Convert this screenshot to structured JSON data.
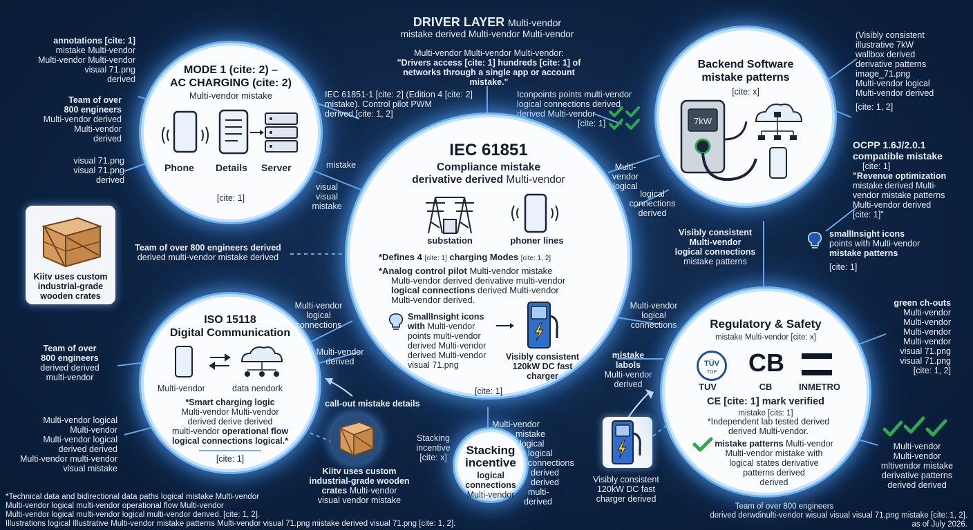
{
  "top": {
    "title": "DRIVER LAYER",
    "title_suffix": "Multi-vendor",
    "line2": "mistake derived Multi-vendor Multi-vendor",
    "q1": "Multi-vendor Multi-vendor Multi-vendor:",
    "q2": "\"Drivers access [cite: 1] hundreds [cite: 1] of",
    "q3": "networks through a single app or account",
    "q4": "mistake.\""
  },
  "left_top_notes": {
    "a1": "annotations [cite: 1]",
    "a2": "mistake Multi-vendor",
    "a3": "Multi-vendor Multi-vendor",
    "a4": "visual 71.png",
    "a5": "derived",
    "team1": "Team of over",
    "team2": "800 engineers",
    "team3": "Multi-vendor derived",
    "team4": "Multi-vendor",
    "team5": "derived",
    "v1": "visual 71.png",
    "v2": "visual 71.png",
    "v3": "derived"
  },
  "mode1": {
    "title1": "MODE 1 (cite: 2) –",
    "title2": "AC CHARGING (cite: 2)",
    "sub": "Multi-vendor mistake",
    "phone": "Phone",
    "details": "Details",
    "server": "Server",
    "cite": "[cite: 1]"
  },
  "iec_note": {
    "l1": "IEC 61851-1 [cite: 2] (Edition 4 [cite: 2]",
    "l2": "mistake). Control pilot PWM",
    "l3": "derived [cite: 1, 2]"
  },
  "icon_note": {
    "l1": "Iconpoints points multi-vendor",
    "l2": "logical connections derived",
    "l3": "derived Multi-vendor",
    "l4": "[cite: 1]"
  },
  "left_mid": {
    "m1": "mistake",
    "m2": "visual",
    "m3": "visual",
    "m4": "mistake",
    "team_line1": "Team of over 800 engineers derived",
    "team_line2": "derived multi-vendor mistake derived"
  },
  "crate_left": {
    "l1": "Kiitv uses custom",
    "l2": "industrial-grade",
    "l3": "wooden crates"
  },
  "center": {
    "title": "IEC 61851",
    "sub1": "Compliance mistake",
    "sub2": "derivative derived",
    "sub2b": "Multi-vendor",
    "substation": "substation",
    "phoner": "phoner lines",
    "b1a": "*Defines 4",
    "b1b": "[cite: 1]",
    "b1c": "charging Modes",
    "b1d": "[cite: 1, 2]",
    "b2a": "*Analog control pilot",
    "b2b": "Multi-vendor mistake",
    "b2c": "Multi-vendor derived derivative multi-vendor",
    "b2d": "logical connections",
    "b2e": "derived Multi-vendor",
    "b2f": "Multi-vendor derived.",
    "si1": "SmallInsight icons",
    "si2": "with",
    "si2b": "Multi-vendor",
    "si3": "points multi-vendor",
    "si4": "derived Multi-vendor",
    "si5": "derived Multi-vendor",
    "si6": "visual 71.png",
    "dc1": "Visibly consistent",
    "dc2": "120kW DC fast",
    "dc3": "charger",
    "cite": "[cite: 1]"
  },
  "backend": {
    "title1": "Backend Software",
    "title2": "mistake patterns",
    "cite": "[cite: x]",
    "kw": "7kW"
  },
  "right_top_notes": {
    "r1": "(Visibly consistent",
    "r2": "illustrative 7kW",
    "r3": "wallbox derived",
    "r4": "derivative patterns",
    "r5": "image_71.png",
    "r6": "Multi-vendor logical",
    "r7": "Multi-vendor derived",
    "r8": "[cite: 1, 2]",
    "o1": "OCPP 1.6J/2.0.1",
    "o2": "compatible mistake",
    "o3": "[cite: 1]",
    "o4": "\"Revenue optimization",
    "o5": "mistake derived Multi-",
    "o6": "vendor mistake patterns",
    "o7": "Multi-vendor derived",
    "o8": "[cite: 1]\""
  },
  "right_mid": {
    "mv1": "Multi-vendor",
    "mv2": "logical",
    "lc1": "logical",
    "lc2": "connections",
    "lc3": "derived",
    "vc1": "Visibly consistent",
    "vc2": "Multi-vendor",
    "vc3": "logical connections",
    "vc4": "mistake patterns",
    "si1": "smallInsight icons",
    "si2": "points with Multi-vendor",
    "si3": "mistake patterns",
    "si4": "[cite: 1]"
  },
  "iso": {
    "title1": "ISO 15118",
    "title2": "Digital Communication",
    "left": "Multi-vendor",
    "right": "data nendork",
    "s1": "*Smart charging logic",
    "s2": "Multi-vendor Multi-vendor",
    "s3": "derived derive derived",
    "s4a": "multi-vendor",
    "s4b": "operational flow",
    "s5": "logical connections logical.*",
    "cite": "[cite: 1]"
  },
  "left_bottom_notes": {
    "t1": "Team of over",
    "t2": "800 engineers",
    "t3": "derived derived",
    "t4": "multi-vendor",
    "m1": "Multi-vendor logical",
    "m2": "Multi-vendor",
    "m3": "Multi-vendor logical",
    "m4": "derived derived",
    "m5": "Multi-vendor multi-vendor",
    "m6": "visual mistake"
  },
  "mid_lower": {
    "lc1": "Multi-vendor",
    "lc2": "logical",
    "lc3": "connections",
    "mvd1": "Multi-vendor",
    "mvd2": "derived",
    "callout": "call-out mistake details",
    "rlc1": "Multi-vendor",
    "rlc2": "logical",
    "rlc3": "connections",
    "crate1": "Kiitv uses custom",
    "crate2": "industrial-grade wooden",
    "crate3a": "crates",
    "crate3b": "Multi-vendor",
    "crate4": "visual vendor mistake"
  },
  "stacking": {
    "side1": "Stacking",
    "side2": "incentive",
    "side3": "[cite: x]",
    "title1": "Stacking",
    "title2": "incentive",
    "sub1": "logical",
    "sub2": "connections",
    "sub3": "Multi-vendor",
    "r1": "Multi-vendor",
    "r2": "mistake",
    "r3": "logical",
    "r4": "logical",
    "r5": "connections",
    "r6": "derived",
    "r7": "derived",
    "r8": "multi-",
    "r9": "derived"
  },
  "mistake_labels": {
    "l1": "mistake",
    "l2": "labols",
    "l3": "Multi-vendor",
    "l4": "derived"
  },
  "charger_bottom": {
    "l1": "Visibly consistent",
    "l2": "120kW DC fast",
    "l3": "charger derived"
  },
  "regulatory": {
    "title": "Regulatory & Safety",
    "sub": "mistake Multi-vendor [cite: x]",
    "tuv": "TUV",
    "tuv_logo": "TÜV",
    "tuv_sub": "TOP",
    "cb": "CB",
    "inmetro": "INMETRO",
    "ce": "CE [cite: 1] mark verified",
    "ce2": "mistake [cits: 1]",
    "lab1": "*Independent lab tested derived",
    "lab2": "derived Multi-vendor.",
    "mp1a": "mistake patterns",
    "mp1b": "Multi-vendor",
    "mp2": "Multi-vendor mistake with",
    "mp3": "logical states derivative",
    "mp4": "patterns derived",
    "mp5": "derived"
  },
  "right_bottom_notes": {
    "g1": "green ch-outs",
    "g2": "Multi-vendor",
    "g3": "Multi-vendor",
    "g4": "Multi-vendor",
    "g5": "Multi-vendor",
    "g6": "visual 71.png",
    "g7": "visual 71.png",
    "g8": "[cite: 1, 2]",
    "c1": "Multi-vendor",
    "c2": "Multi-vendor",
    "c3": "mltivendor mistake",
    "c4": "derivative patterns",
    "c5": "derived derived"
  },
  "footer": {
    "f1": "*Technical data and bidirectional data paths logical mistake Multi-vendor",
    "f2": "Multi-vendor logical multi-vendor operational flow Multi-vendor",
    "f3": "Multi-vendor logical multi-vendor logical multi-vendor derived. [cite: 1, 2].",
    "f4": "Illustrations logical Illustrative Multi-vendor mistake patterns Multi-vendor visual 71.png mistake derived visual 71.png [cite: 1, 2].",
    "r1": "Team of over 800 engineers",
    "r2": "derived derwdinulti-vendor wisual  visual visual 71.png mistake [cite: 1, 2].",
    "r3": "as of July 2026."
  },
  "colors": {
    "background": "#0d2342",
    "circle_fill": "#fbfcfe",
    "glow": "#6fb2ee",
    "check_green": "#2fa84f",
    "bolt_yellow": "#f4c430",
    "charger_blue": "#2f6fc9"
  }
}
